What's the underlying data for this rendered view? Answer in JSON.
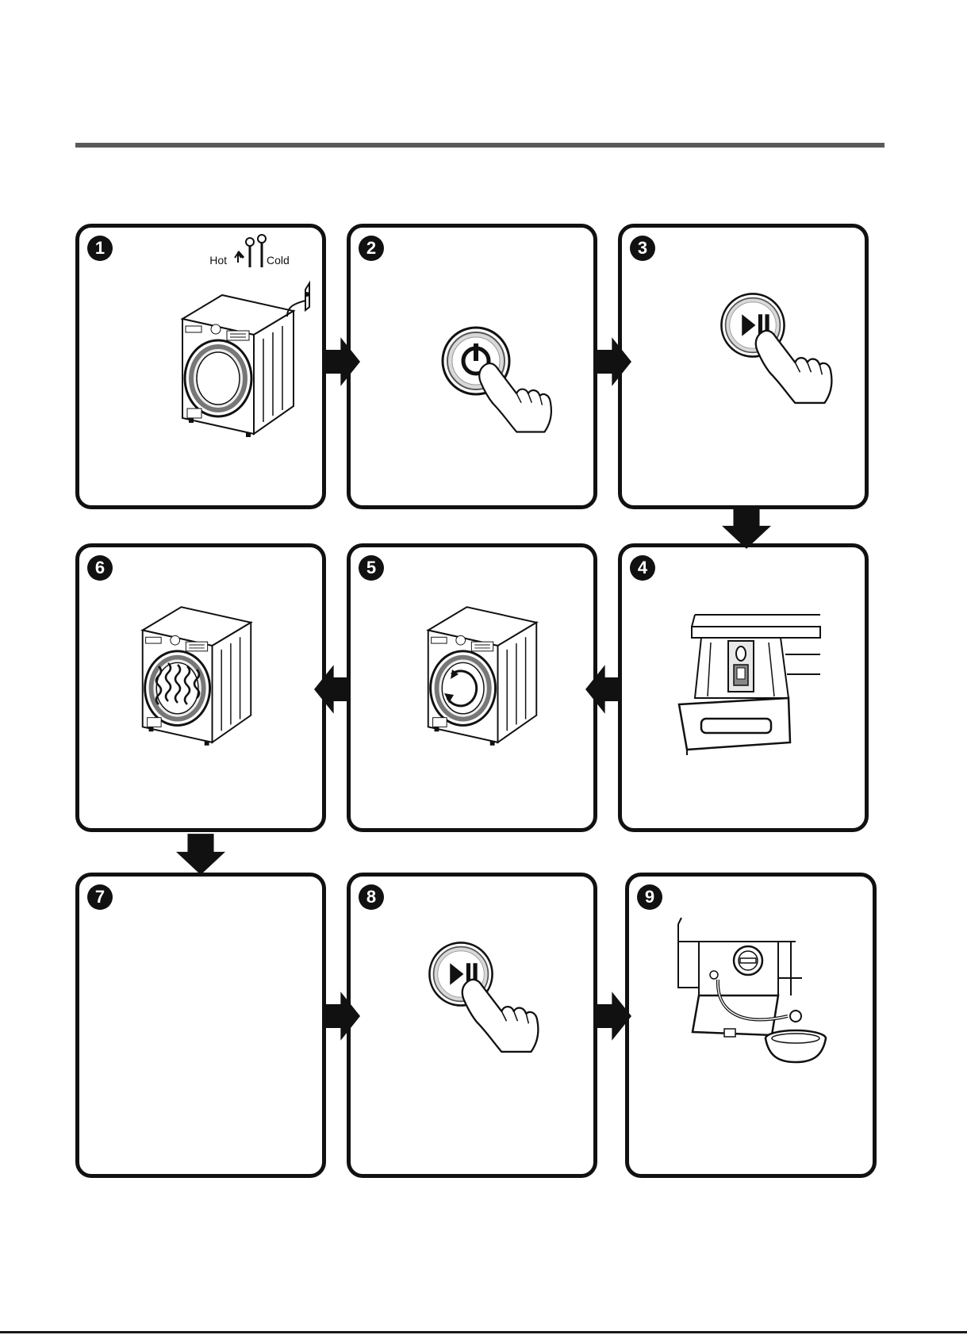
{
  "steps": [
    {
      "number": "1",
      "illustration": "washer-connection-illustration",
      "labels": {
        "hot": "Hot",
        "cold": "Cold"
      }
    },
    {
      "number": "2",
      "illustration": "power-button-press-icon"
    },
    {
      "number": "3",
      "illustration": "start-pause-button-press-icon"
    },
    {
      "number": "4",
      "illustration": "detergent-drawer-icon"
    },
    {
      "number": "5",
      "illustration": "washer-drum-rotating-icon"
    },
    {
      "number": "6",
      "illustration": "washer-heating-icon"
    },
    {
      "number": "7",
      "illustration": ""
    },
    {
      "number": "8",
      "illustration": "start-pause-button-press-icon"
    },
    {
      "number": "9",
      "illustration": "drain-filter-bowl-icon"
    }
  ],
  "arrows": [
    "right",
    "right",
    "down",
    "left",
    "left",
    "down",
    "right",
    "right"
  ],
  "colors": {
    "line": "#111111",
    "rule": "#5a5a5a",
    "button_ring": "#d9d9d9"
  }
}
